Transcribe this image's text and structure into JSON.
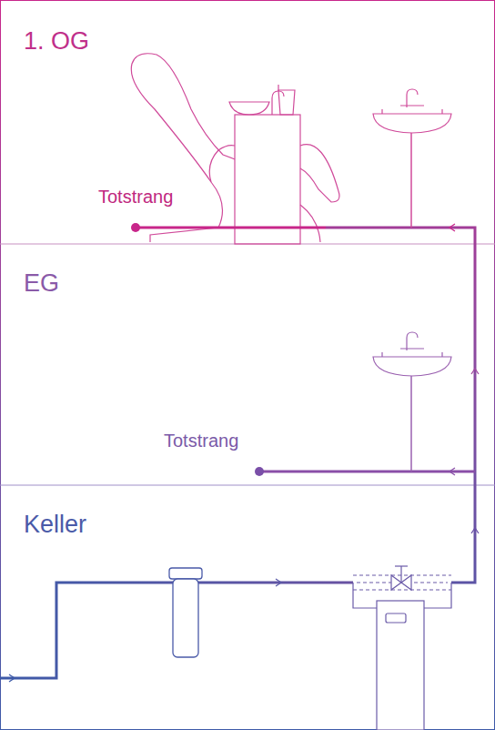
{
  "diagram": {
    "nodes": [
      {
        "text": [
          "1. OG"
        ]
      },
      {
        "text": [
          "EG"
        ]
      },
      {
        "text": [
          "Keller"
        ]
      }
    ],
    "labels": [
      "Totstrang",
      "Totstrang"
    ]
  }
}
